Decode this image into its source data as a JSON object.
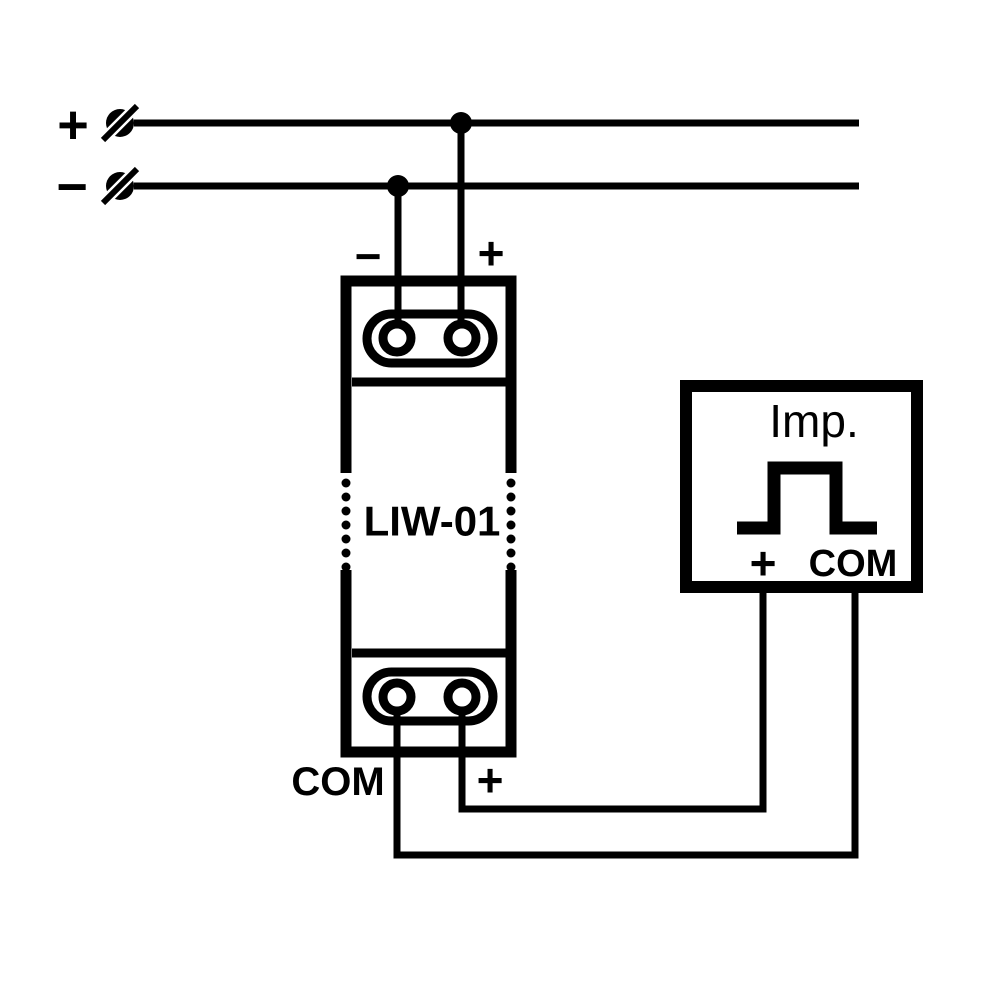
{
  "diagram": {
    "background_color": "#ffffff",
    "line_color": "#000000",
    "supply": {
      "positive_label": "+",
      "negative_label": "−"
    },
    "module": {
      "name": "LIW-01",
      "top_terminals": {
        "negative_label": "−",
        "positive_label": "+"
      },
      "bottom_terminals": {
        "com_label": "COM",
        "positive_label": "+"
      }
    },
    "impulse_device": {
      "name": "Imp.",
      "pulse_icon": "square-pulse-waveform",
      "terminals": {
        "positive_label": "+",
        "com_label": "COM"
      }
    }
  }
}
